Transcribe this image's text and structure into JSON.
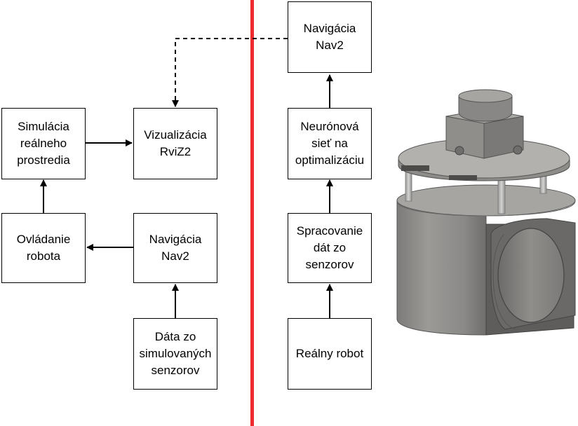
{
  "colors": {
    "divider": "#ee2b2f",
    "stroke": "#000000",
    "robot_body": "#8c8b89"
  },
  "boxes": {
    "simulation_env": "Simulácia\nreálneho\nprostredia",
    "visualization": "Vizualizácia\nRviZ2",
    "robot_control": "Ovládanie\nrobota",
    "nav_sim": "Navigácia\nNav2",
    "sim_sensors": "Dáta zo\nsimulovaných\nsenzorov",
    "nav_real": "Navigácia\nNav2",
    "neural_net": "Neurónová\nsieť na\noptimalizáciu",
    "sensor_processing": "Spracovanie\ndát zo\nsenzorov",
    "real_robot": "Reálny robot"
  }
}
